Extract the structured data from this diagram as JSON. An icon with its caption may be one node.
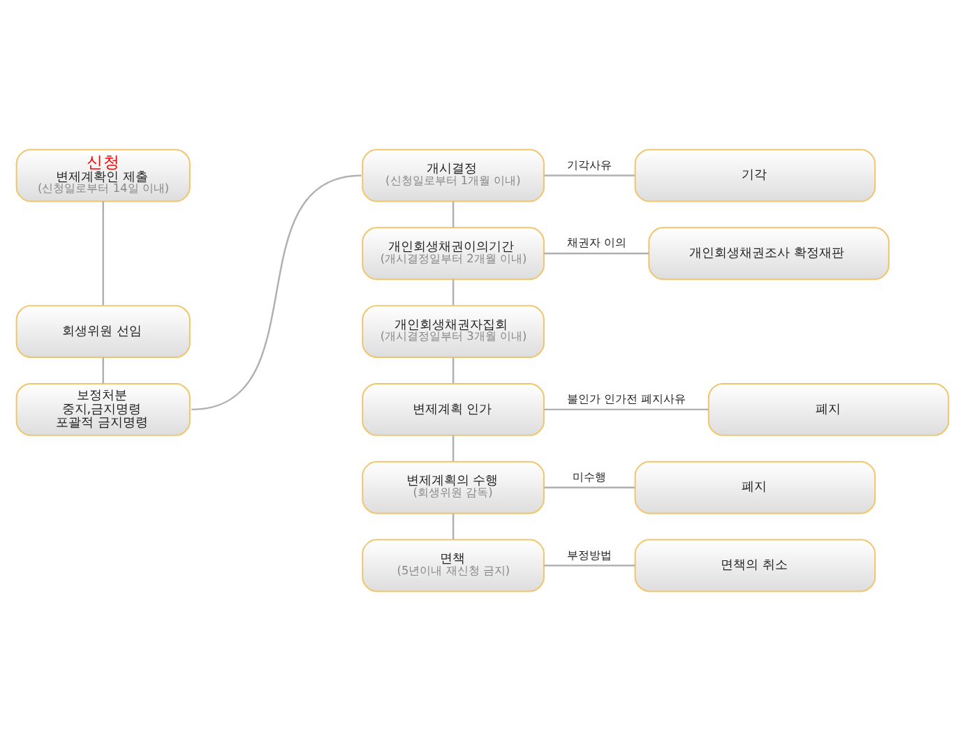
{
  "diagram": {
    "nodes": [
      {
        "text": [
          "신청",
          "변제계확인 제출",
          "(신청일로부터 14일 이내)"
        ]
      },
      {
        "text": [
          "회생위원 선임"
        ]
      },
      {
        "text": [
          "보정처분",
          "중지,금지명령",
          "포괄적 금지명령"
        ]
      },
      {
        "text": [
          "개시결정",
          "(신청일로부터 1개월 이내)"
        ]
      },
      {
        "text": [
          "기각"
        ]
      },
      {
        "text": [
          "개인회생채권이의기간",
          "(개시결정일부터 2개월 이내)"
        ]
      },
      {
        "text": [
          "개인회생채권조사 확정재판"
        ]
      },
      {
        "text": [
          "개인회생채권자집회",
          "(개시결정일부터 3개월 이내)"
        ]
      },
      {
        "text": [
          "변제계획 인가"
        ]
      },
      {
        "text": [
          "폐지"
        ]
      },
      {
        "text": [
          "변제계획의 수행",
          "(회생위원 감독)"
        ]
      },
      {
        "text": [
          "폐지"
        ]
      },
      {
        "text": [
          "면책",
          "(5년이내 재신청 금지)"
        ]
      },
      {
        "text": [
          "면책의 취소"
        ]
      }
    ],
    "edges": [
      {
        "from": 0,
        "to": 1,
        "arrow": "none"
      },
      {
        "from": 1,
        "to": 2,
        "arrow": "none"
      },
      {
        "from": 2,
        "to": 3,
        "arrow": "none"
      },
      {
        "from": 3,
        "to": 4,
        "arrow": "none",
        "label": "기각사유"
      },
      {
        "from": 3,
        "to": 5,
        "arrow": "none"
      },
      {
        "from": 5,
        "to": 6,
        "arrow": "none",
        "label": "채권자 이의"
      },
      {
        "from": 5,
        "to": 7,
        "arrow": "none"
      },
      {
        "from": 7,
        "to": 8,
        "arrow": "none"
      },
      {
        "from": 8,
        "to": 9,
        "arrow": "none",
        "label": "불인가 인가전 폐지사유"
      },
      {
        "from": 8,
        "to": 10,
        "arrow": "none"
      },
      {
        "from": 10,
        "to": 11,
        "arrow": "none",
        "label": "미수행"
      },
      {
        "from": 10,
        "to": 12,
        "arrow": "none"
      },
      {
        "from": 12,
        "to": 13,
        "arrow": "none",
        "label": "부정방법"
      }
    ]
  }
}
